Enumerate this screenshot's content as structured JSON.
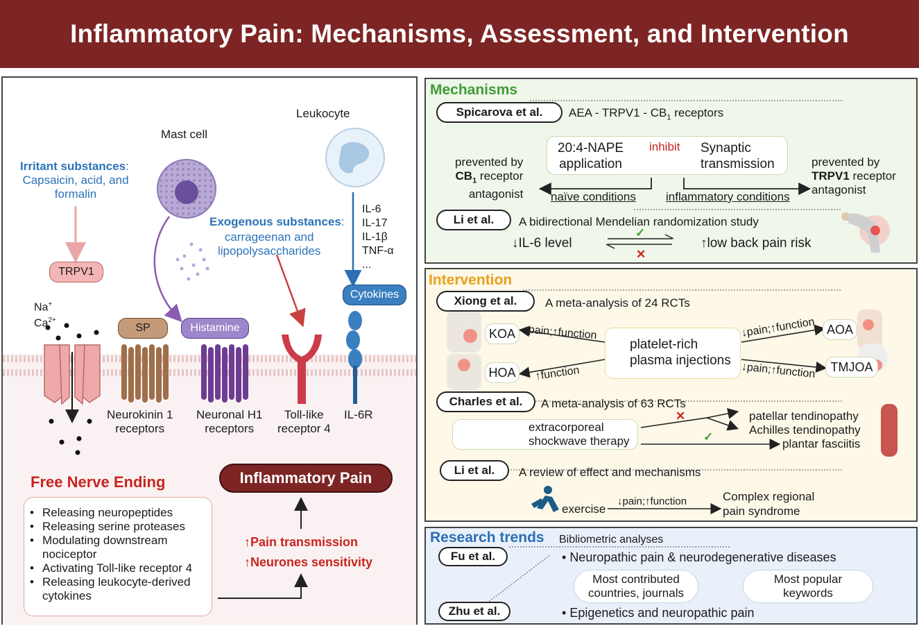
{
  "title": "Inflammatory Pain: Mechanisms, Assessment, and Intervention",
  "left": {
    "irritant": {
      "heading": "Irritant substances",
      "body": "Capsaicin, acid, and formalin"
    },
    "trpv1": "TRPV1",
    "ions": {
      "na": "Na",
      "na_sup": "+",
      "ca": "Ca",
      "ca_sup": "2+"
    },
    "mast_cell": "Mast cell",
    "leukocyte": "Leukocyte",
    "exogenous": {
      "heading": "Exogenous substances",
      "body_line1": "carrageenan and",
      "body_line2": "lipopolysaccharides"
    },
    "cytokine_list": [
      "IL-6",
      "IL-17",
      "IL-1β",
      "TNF-α",
      "..."
    ],
    "sp": "SP",
    "histamine": "Histamine",
    "cytokines": "Cytokines",
    "receptors": {
      "nk1": [
        "Neurokinin 1",
        "receptors"
      ],
      "h1": [
        "Neuronal H1",
        "receptors"
      ],
      "tlr4": [
        "Toll-like",
        "receptor 4"
      ],
      "il6r": "IL-6R"
    },
    "free_nerve_ending": "Free Nerve Ending",
    "bullets": [
      "Releasing neuropeptides",
      "Releasing serine proteases",
      "Modulating downstream nociceptor",
      "Activating Toll-like receptor 4",
      "Releasing leukocyte-derived cytokines"
    ],
    "inflammatory_pain": "Inflammatory Pain",
    "pain_transmission": "Pain transmission",
    "neurones_sensitivity": "Neurones sensitivity",
    "up_arrow": "↑"
  },
  "mechanisms": {
    "title": "Mechanisms",
    "spicarova": {
      "label": "Spicarova et al.",
      "desc_pre": "AEA - TRPV1 - CB",
      "desc_sub": "1",
      "desc_post": " receptors"
    },
    "nape": [
      "20:4-NAPE",
      "application"
    ],
    "inhibit": "inhibit",
    "synaptic": [
      "Synaptic",
      "transmission"
    ],
    "prevented_cb1": {
      "line1": "prevented by",
      "bold": "CB",
      "sub": "1",
      "rest": " receptor",
      "line3": "antagonist"
    },
    "prevented_trpv1": {
      "line1": "prevented by",
      "bold": "TRPV1",
      "rest": " receptor",
      "line3": "antagonist"
    },
    "naive": "naïve conditions",
    "inflammatory": "inflammatory conditions",
    "li": {
      "label": "Li et al.",
      "desc": "A bidirectional Mendelian randomization study"
    },
    "il6": "↓IL-6 level",
    "lbp": "↑low back pain risk",
    "check": "✓",
    "cross": "✕"
  },
  "intervention": {
    "title": "Intervention",
    "xiong": {
      "label": "Xiong et al.",
      "desc": "A meta-analysis of 24 RCTs"
    },
    "koa": "KOA",
    "hoa": "HOA",
    "aoa": "AOA",
    "tmjoa": "TMJOA",
    "prp": [
      "platelet-rich",
      "plasma injections"
    ],
    "koa_effect": "↓pain;↑function",
    "hoa_effect": "↑function",
    "aoa_effect": "↓pain;↑function",
    "tmjoa_effect": "↓pain;↑function",
    "charles": {
      "label": "Charles et al.",
      "desc": "A meta-analysis of 63 RCTs"
    },
    "eswt": [
      "extracorporeal",
      "shockwave therapy"
    ],
    "conditions": [
      "patellar tendinopathy",
      "Achilles tendinopathy",
      "plantar fasciitis"
    ],
    "li": {
      "label": "Li et al.",
      "desc": "A review of effect and mechanisms"
    },
    "exercise": "exercise",
    "exercise_effect": "↓pain;↑function",
    "crps": [
      "Complex regional",
      "pain syndrome"
    ],
    "check": "✓",
    "cross": "✕"
  },
  "research": {
    "title": "Research trends",
    "biblio": "Bibliometric analyses",
    "fu": "Fu et al.",
    "zhu": "Zhu et al.",
    "topic1": "Neuropathic pain & neurodegenerative diseases",
    "box1": [
      "Most contributed",
      "countries, journals"
    ],
    "box2": [
      "Most popular",
      "keywords"
    ],
    "topic2": "Epigenetics and neuropathic pain"
  },
  "colors": {
    "banner": "#7d2524",
    "mech_green": "#3f9b35",
    "int_orange": "#e8a01c",
    "res_blue": "#2a6fb5",
    "red_text": "#c8251f",
    "blue_text": "#2b73b8"
  }
}
